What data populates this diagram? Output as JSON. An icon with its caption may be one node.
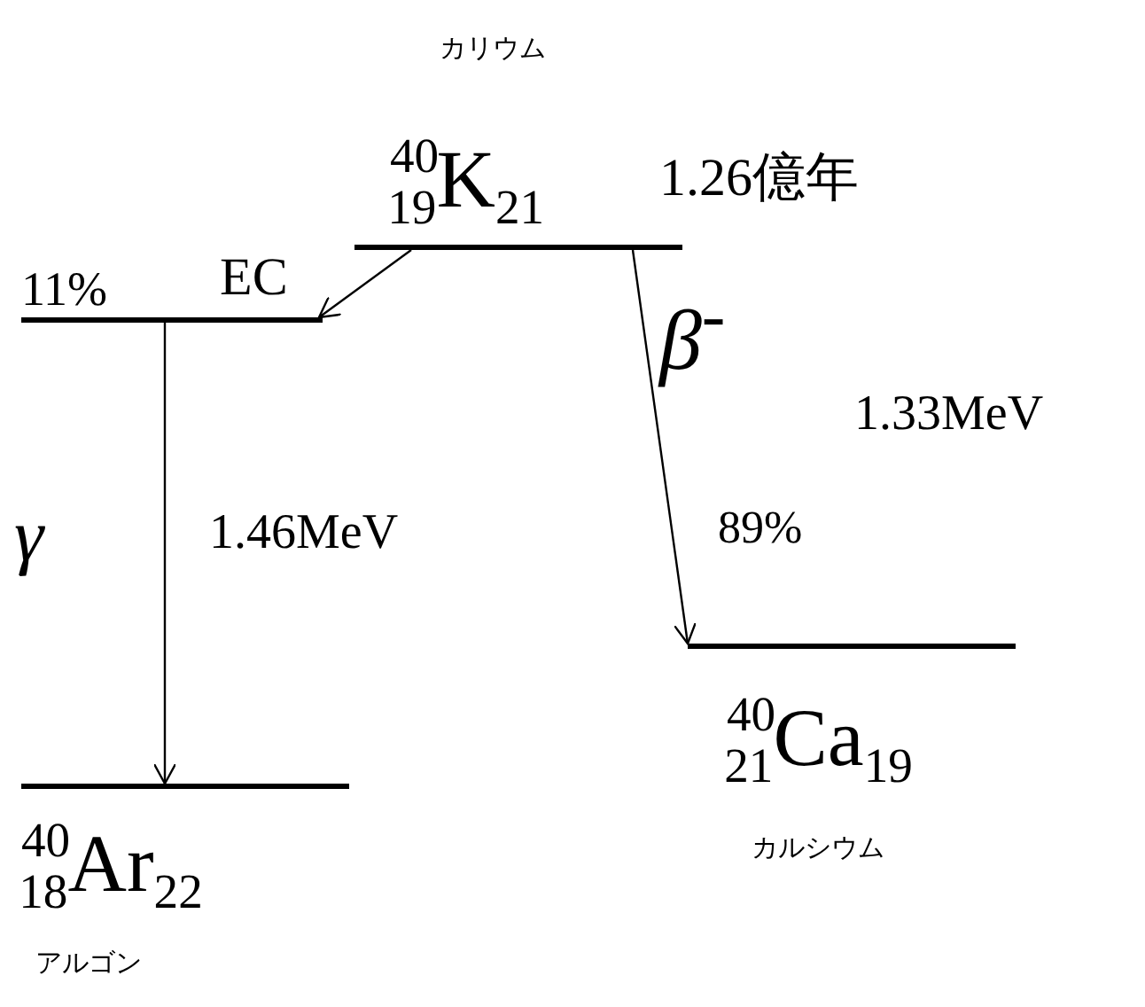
{
  "diagram": {
    "nodes": [
      {
        "text": [
          "カリウム",
          "$^{40}$$_{19}$K$_{21}$"
        ],
        "beside": [
          "1.26億年"
        ]
      },
      {
        "text": [],
        "shape": "bar"
      },
      {
        "text": [
          "$^{40}$$_{18}$Ar$_{22}$",
          "アルゴン"
        ]
      },
      {
        "text": [
          "$^{40}$$_{21}$Ca$_{19}$",
          "カルシウム"
        ]
      }
    ],
    "edges": [
      {
        "from": 0,
        "to": 1,
        "arrow": "to"
      },
      {
        "from": 1,
        "to": 2,
        "arrow": "to"
      },
      {
        "from": 0,
        "to": 3,
        "arrow": "to"
      }
    ],
    "labels": [
      "11%",
      "EC",
      "β$^{-}$",
      "1.33MeV",
      "γ",
      "1.46MeV",
      "89%"
    ]
  }
}
